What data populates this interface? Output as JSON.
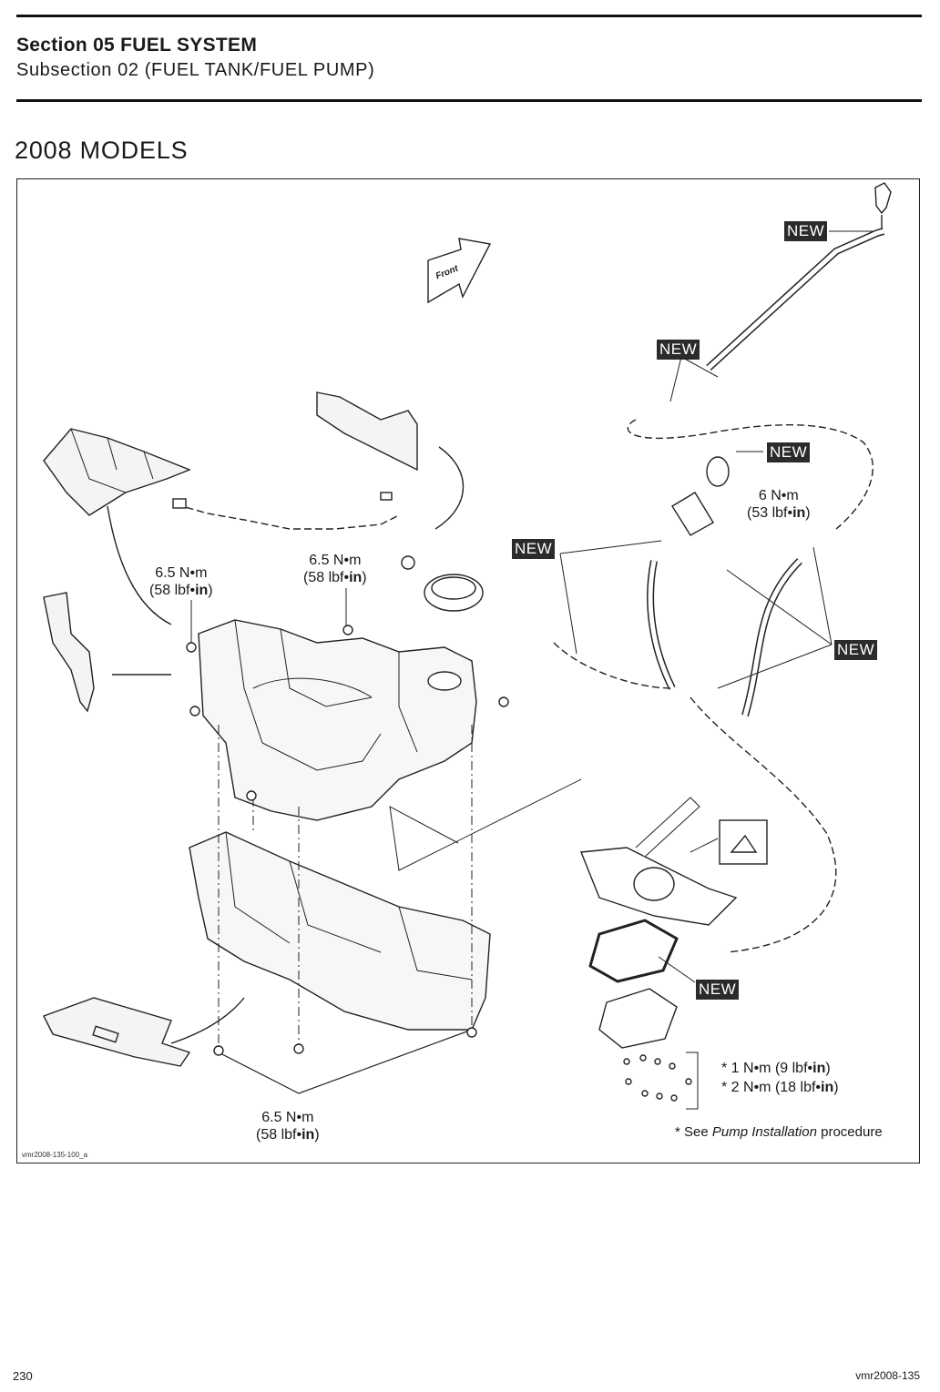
{
  "header": {
    "section": "Section 05 FUEL SYSTEM",
    "subsection": "Subsection 02 (FUEL TANK/FUEL PUMP)"
  },
  "page_title": "2008 MODELS",
  "diagram": {
    "front_label": "Front",
    "new_label": "NEW",
    "torque_6_5": {
      "metric": "6.5 N•m",
      "imperial_value": "(58 lbf•",
      "imperial_unit": "in",
      "close": ")"
    },
    "torque_6": {
      "metric": "6 N•m",
      "imperial_value": "(53 lbf•",
      "imperial_unit": "in",
      "close": ")"
    },
    "pump_torque_1": {
      "text": "* 1 N•m (9 lbf•",
      "unit": "in",
      "close": ")"
    },
    "pump_torque_2": {
      "text": "* 2 N•m (18 lbf•",
      "unit": "in",
      "close": ")"
    },
    "see_note": {
      "prefix": "* See ",
      "italic": "Pump Installation",
      "suffix": " procedure"
    },
    "ref_code": "vmr2008-135-100_a"
  },
  "footer": {
    "page_number": "230",
    "doc_code": "vmr2008-135"
  }
}
